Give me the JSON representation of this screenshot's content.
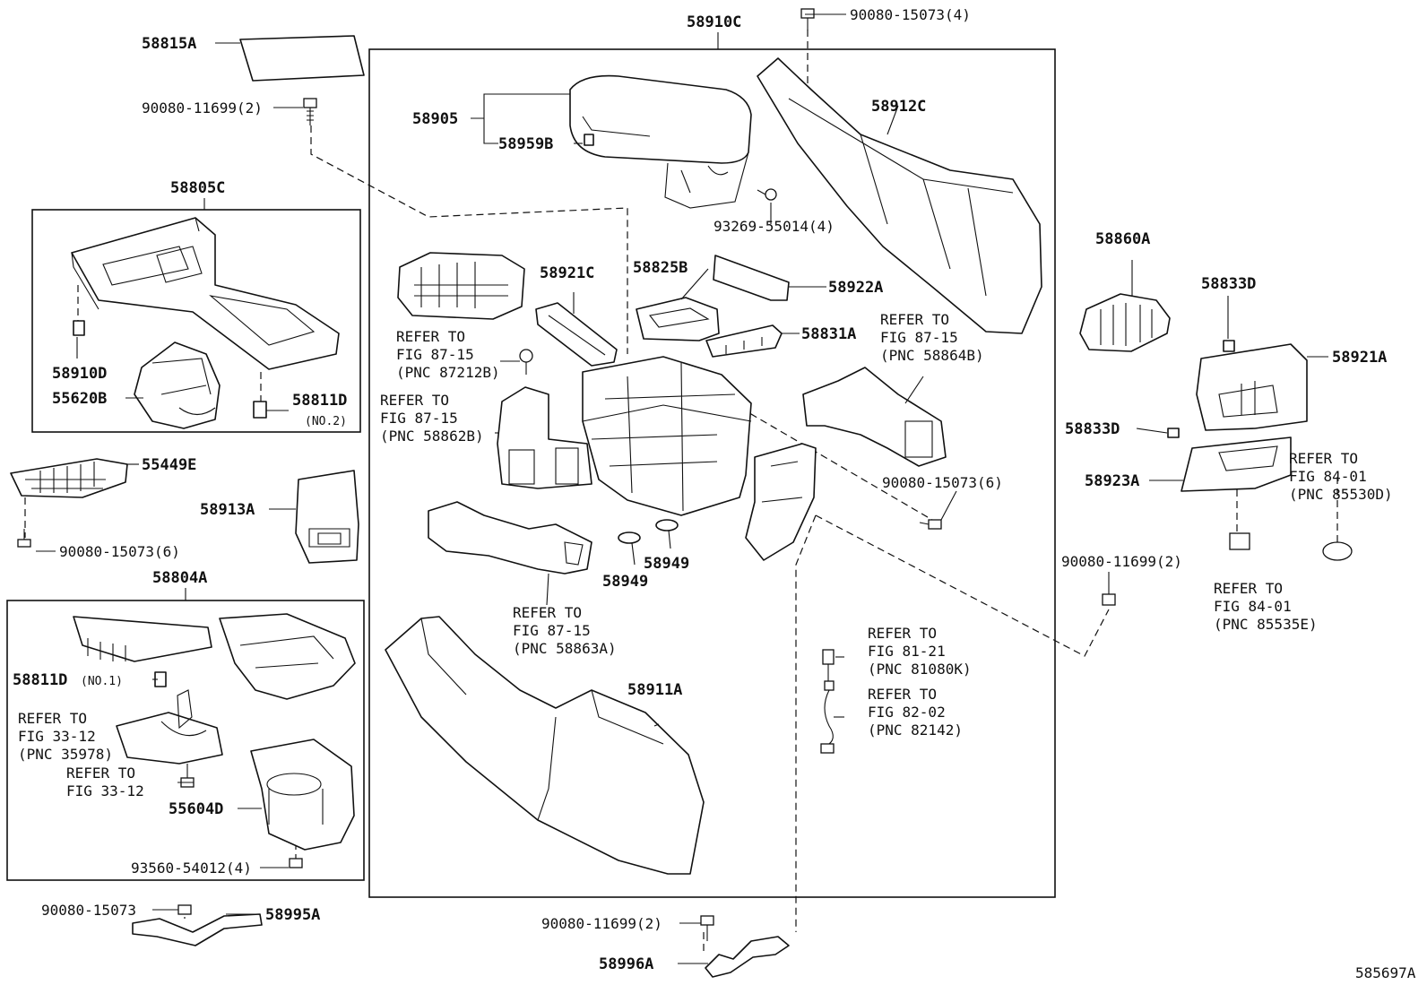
{
  "labels": {
    "p58815A": "58815A",
    "p90080_11699_tl": "90080-11699(2)",
    "p58805C": "58805C",
    "p58910D": "58910D",
    "p55620B": "55620B",
    "p58811D_2": "58811D",
    "no2": "(NO.2)",
    "p55449E": "55449E",
    "p90080_15073_6a": "90080-15073(6)",
    "p58913A": "58913A",
    "p58804A": "58804A",
    "p58811D_1": "58811D",
    "no1": "(NO.1)",
    "p55604D": "55604D",
    "p93560": "93560-54012(4)",
    "p90080_15073_b": "90080-15073",
    "p58995A": "58995A",
    "p58910C": "58910C",
    "p90080_15073_4": "90080-15073(4)",
    "p58905": "58905",
    "p58959B": "58959B",
    "p93269": "93269-55014(4)",
    "p58912C": "58912C",
    "p58921C": "58921C",
    "p58825B": "58825B",
    "p58922A": "58922A",
    "p58831A": "58831A",
    "p58949a": "58949",
    "p58949b": "58949",
    "p90080_15073_6b": "90080-15073(6)",
    "p58911A": "58911A",
    "p90080_11699_bot": "90080-11699(2)",
    "p58996A": "58996A",
    "p58860A": "58860A",
    "p58833D_a": "58833D",
    "p58921A": "58921A",
    "p58833D_b": "58833D",
    "p58923A": "58923A",
    "p90080_11699_r": "90080-11699(2)",
    "fig_code": "585697A"
  },
  "refs": {
    "r87212B": [
      "REFER TO",
      "FIG 87-15",
      "(PNC 87212B)"
    ],
    "r58862B": [
      "REFER TO",
      "FIG 87-15",
      "(PNC 58862B)"
    ],
    "r58863A": [
      "REFER TO",
      "FIG 87-15",
      "(PNC 58863A)"
    ],
    "r58864B": [
      "REFER TO",
      "FIG 87-15",
      "(PNC 58864B)"
    ],
    "r35978": [
      "REFER TO",
      "FIG 33-12",
      "(PNC 35978)"
    ],
    "r3312": [
      "REFER TO",
      "FIG 33-12"
    ],
    "r81080K": [
      "REFER TO",
      "FIG 81-21",
      "(PNC 81080K)"
    ],
    "r82142": [
      "REFER TO",
      "FIG 82-02",
      "(PNC 82142)"
    ],
    "r85530D": [
      "REFER TO",
      "FIG 84-01",
      "(PNC 85530D)"
    ],
    "r85535E": [
      "REFER TO",
      "FIG 84-01",
      "(PNC 85535E)"
    ]
  }
}
